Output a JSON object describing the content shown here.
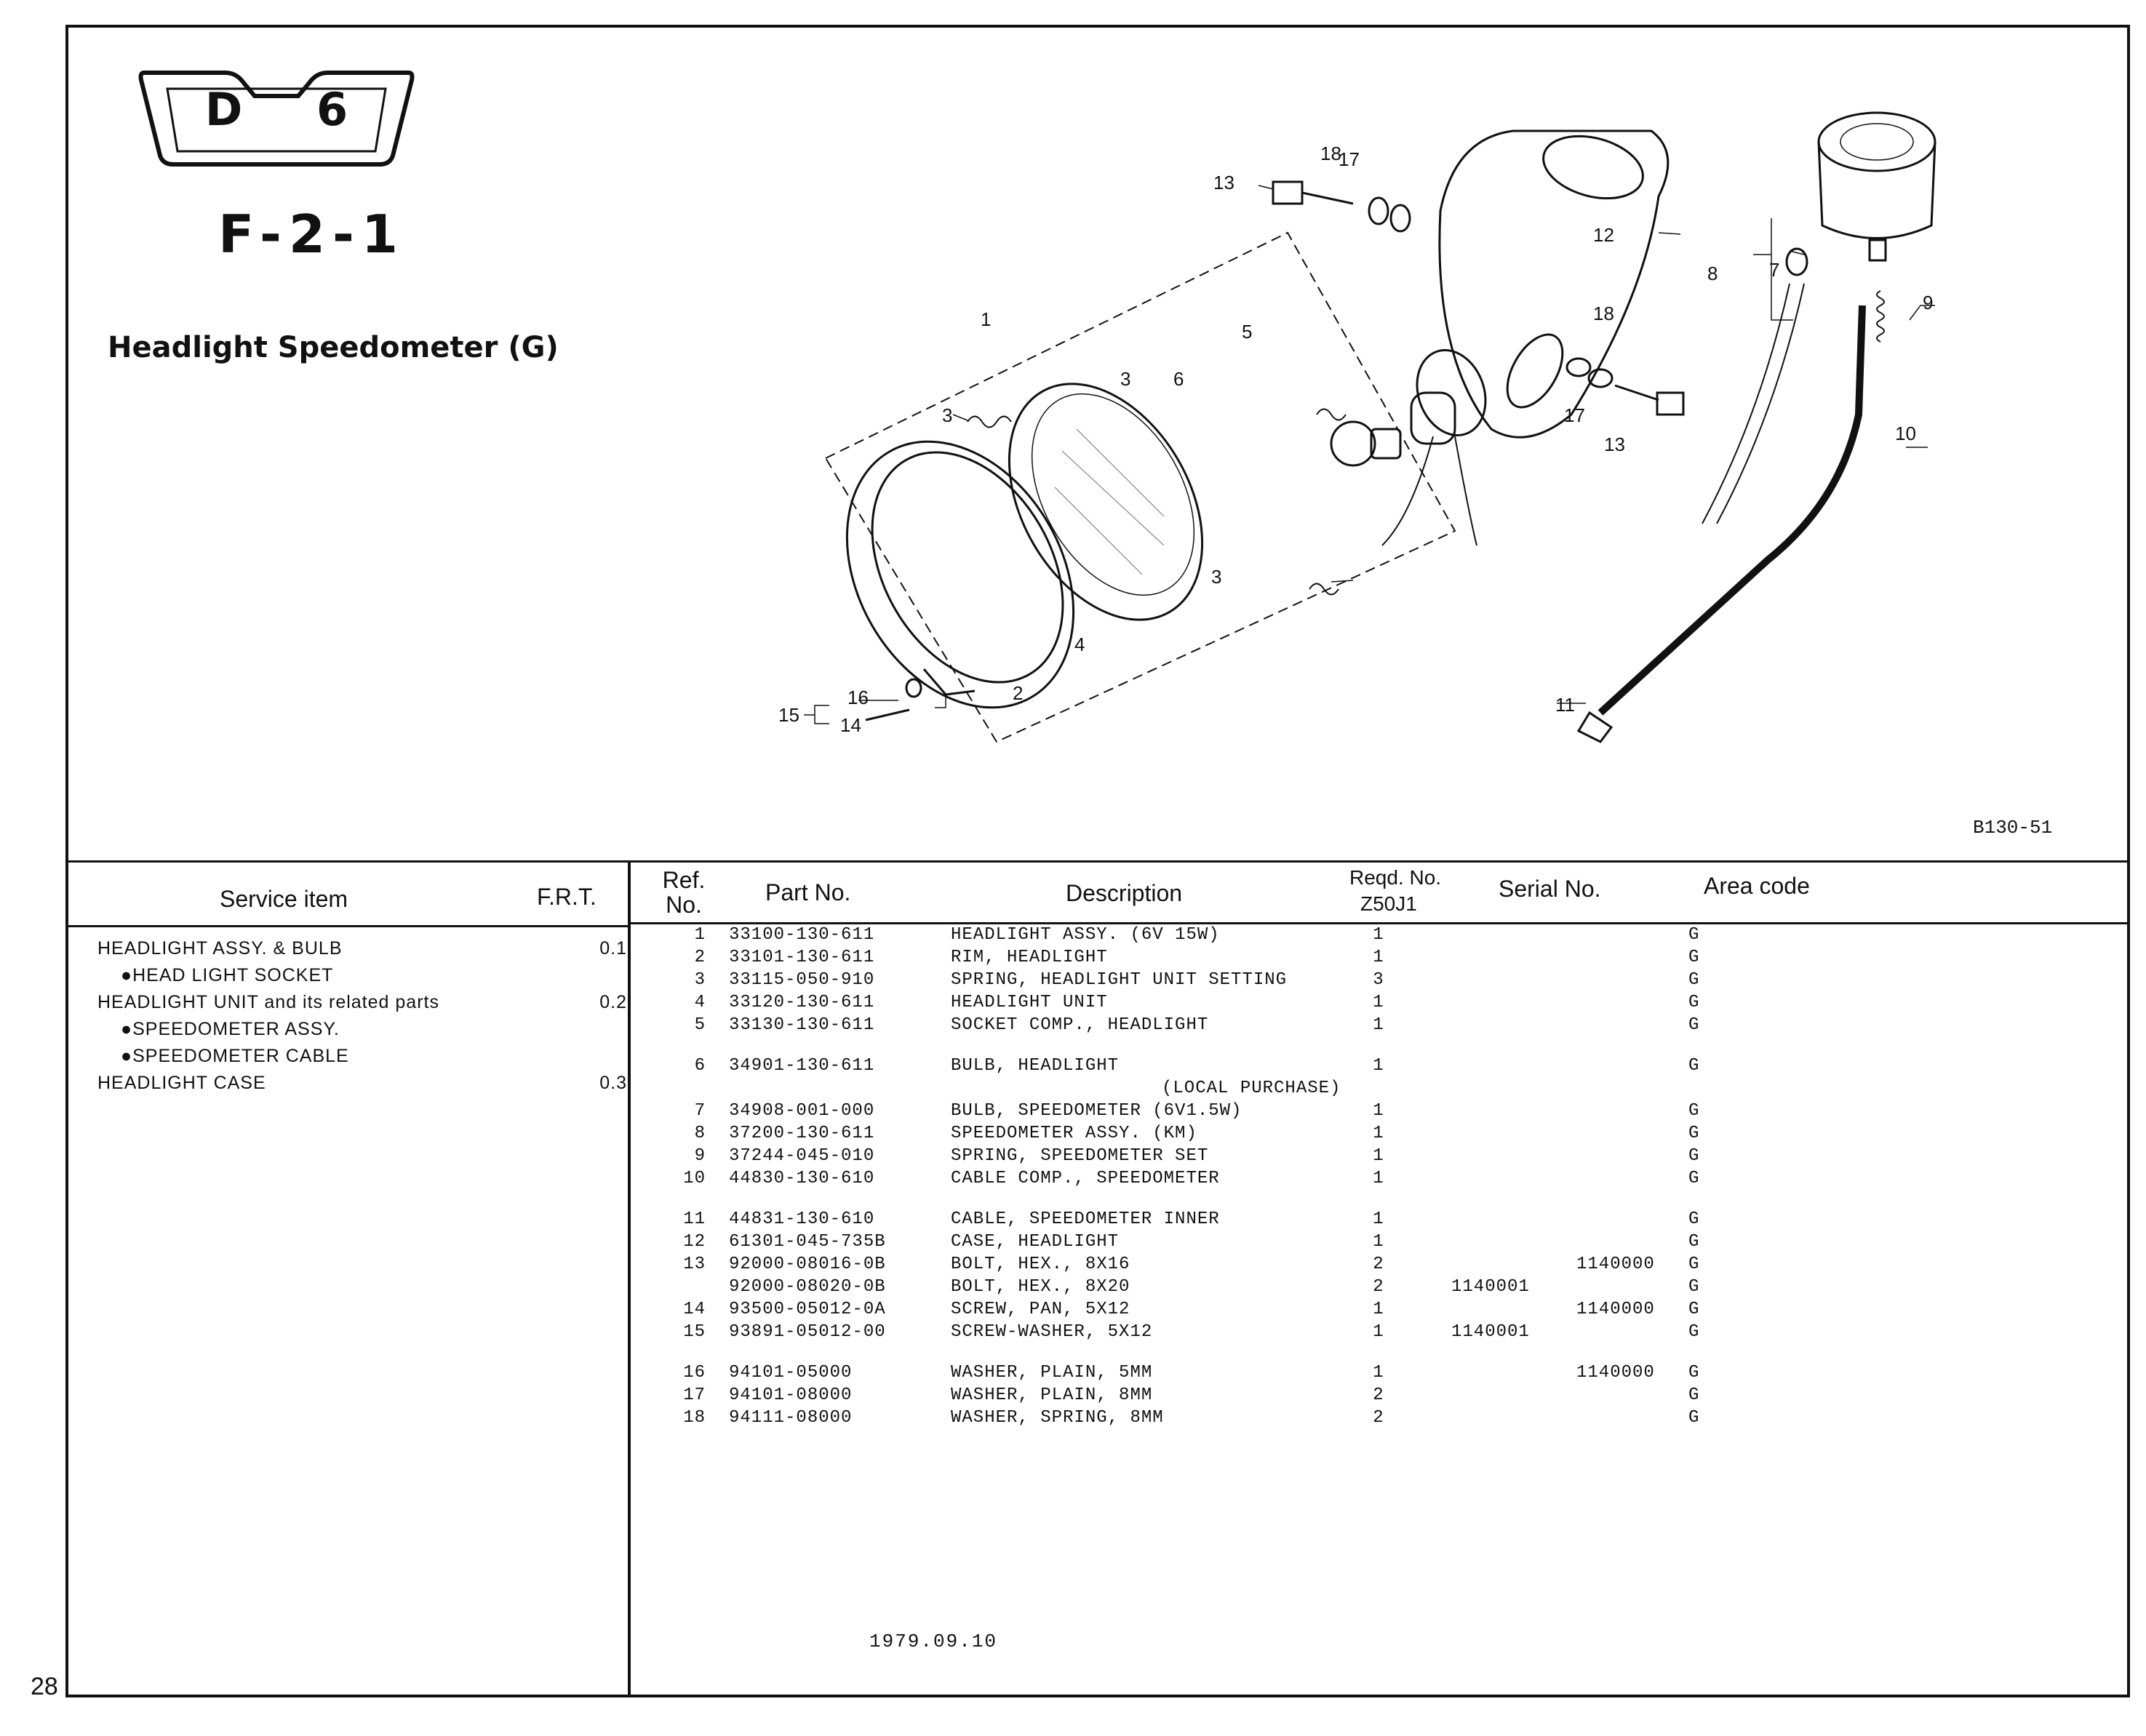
{
  "page_number": "28",
  "badge": "D 6",
  "section_code": "F-2-1",
  "section_title": "Headlight Speedometer (G)",
  "drawing_code": "B130-51",
  "print_date": "1979.09.10",
  "callouts": [
    "1",
    "2",
    "3",
    "3",
    "3",
    "4",
    "5",
    "6",
    "7",
    "8",
    "9",
    "10",
    "11",
    "12",
    "13",
    "13",
    "14",
    "15",
    "16",
    "17",
    "17",
    "18",
    "18"
  ],
  "table_headers": {
    "service_item": "Service item",
    "frt": "F.R.T.",
    "ref_no": "Ref. No.",
    "part_no": "Part No.",
    "description": "Description",
    "reqd_no": "Reqd. No.",
    "model": "Z50J1",
    "serial_no": "Serial No.",
    "area_code": "Area code"
  },
  "service_items": [
    {
      "label": "HEADLIGHT ASSY. & BULB",
      "frt": "0.1",
      "sub": false
    },
    {
      "label": "●HEAD LIGHT SOCKET",
      "frt": "",
      "sub": true
    },
    {
      "label": "HEADLIGHT UNIT and its related parts",
      "frt": "0.2",
      "sub": false
    },
    {
      "label": "●SPEEDOMETER ASSY.",
      "frt": "",
      "sub": true
    },
    {
      "label": "●SPEEDOMETER CABLE",
      "frt": "",
      "sub": true
    },
    {
      "label": "HEADLIGHT CASE",
      "frt": "0.3",
      "sub": false
    }
  ],
  "parts": [
    {
      "ref": "1",
      "part_no": "33100-130-611",
      "desc": "HEADLIGHT ASSY. (6V 15W)",
      "qty": "1",
      "serial_from": "",
      "serial_to": "",
      "area": "G"
    },
    {
      "ref": "2",
      "part_no": "33101-130-611",
      "desc": "RIM, HEADLIGHT",
      "qty": "1",
      "serial_from": "",
      "serial_to": "",
      "area": "G"
    },
    {
      "ref": "3",
      "part_no": "33115-050-910",
      "desc": "SPRING, HEADLIGHT UNIT SETTING",
      "qty": "3",
      "serial_from": "",
      "serial_to": "",
      "area": "G"
    },
    {
      "ref": "4",
      "part_no": "33120-130-611",
      "desc": "HEADLIGHT UNIT",
      "qty": "1",
      "serial_from": "",
      "serial_to": "",
      "area": "G"
    },
    {
      "ref": "5",
      "part_no": "33130-130-611",
      "desc": "SOCKET COMP., HEADLIGHT",
      "qty": "1",
      "serial_from": "",
      "serial_to": "",
      "area": "G"
    },
    {
      "ref": "6",
      "part_no": "34901-130-611",
      "desc": "BULB, HEADLIGHT",
      "desc2": "(LOCAL PURCHASE)",
      "qty": "1",
      "serial_from": "",
      "serial_to": "",
      "area": "G",
      "gap_before": true
    },
    {
      "ref": "7",
      "part_no": "34908-001-000",
      "desc": "BULB, SPEEDOMETER (6V1.5W)",
      "qty": "1",
      "serial_from": "",
      "serial_to": "",
      "area": "G"
    },
    {
      "ref": "8",
      "part_no": "37200-130-611",
      "desc": "SPEEDOMETER ASSY. (KM)",
      "qty": "1",
      "serial_from": "",
      "serial_to": "",
      "area": "G"
    },
    {
      "ref": "9",
      "part_no": "37244-045-010",
      "desc": "SPRING, SPEEDOMETER SET",
      "qty": "1",
      "serial_from": "",
      "serial_to": "",
      "area": "G"
    },
    {
      "ref": "10",
      "part_no": "44830-130-610",
      "desc": "CABLE COMP., SPEEDOMETER",
      "qty": "1",
      "serial_from": "",
      "serial_to": "",
      "area": "G"
    },
    {
      "ref": "11",
      "part_no": "44831-130-610",
      "desc": "CABLE, SPEEDOMETER INNER",
      "qty": "1",
      "serial_from": "",
      "serial_to": "",
      "area": "G",
      "gap_before": true
    },
    {
      "ref": "12",
      "part_no": "61301-045-735B",
      "desc": "CASE, HEADLIGHT",
      "qty": "1",
      "serial_from": "",
      "serial_to": "",
      "area": "G"
    },
    {
      "ref": "13",
      "part_no": "92000-08016-0B",
      "desc": "BOLT, HEX., 8X16",
      "qty": "2",
      "serial_from": "",
      "serial_to": "1140000",
      "area": "G"
    },
    {
      "ref": "",
      "part_no": "92000-08020-0B",
      "desc": "BOLT, HEX., 8X20",
      "qty": "2",
      "serial_from": "1140001",
      "serial_to": "",
      "area": "G"
    },
    {
      "ref": "14",
      "part_no": "93500-05012-0A",
      "desc": "SCREW, PAN, 5X12",
      "qty": "1",
      "serial_from": "",
      "serial_to": "1140000",
      "area": "G"
    },
    {
      "ref": "15",
      "part_no": "93891-05012-00",
      "desc": "SCREW-WASHER, 5X12",
      "qty": "1",
      "serial_from": "1140001",
      "serial_to": "",
      "area": "G"
    },
    {
      "ref": "16",
      "part_no": "94101-05000",
      "desc": "WASHER, PLAIN, 5MM",
      "qty": "1",
      "serial_from": "",
      "serial_to": "1140000",
      "area": "G",
      "gap_before": true
    },
    {
      "ref": "17",
      "part_no": "94101-08000",
      "desc": "WASHER, PLAIN, 8MM",
      "qty": "2",
      "serial_from": "",
      "serial_to": "",
      "area": "G"
    },
    {
      "ref": "18",
      "part_no": "94111-08000",
      "desc": "WASHER, SPRING, 8MM",
      "qty": "2",
      "serial_from": "",
      "serial_to": "",
      "area": "G"
    }
  ]
}
